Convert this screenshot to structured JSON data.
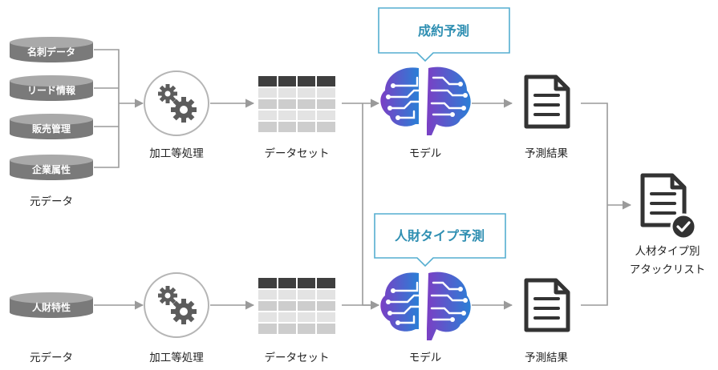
{
  "colors": {
    "db_body": "#7a7a7a",
    "db_top": "#a9a9a9",
    "connector": "#9a9a9a",
    "callout_border": "#55aed0",
    "callout_text": "#2f8fb2",
    "gear": "#5c5c5c",
    "table_header": "#3f3f3f",
    "table_cell_a": "#e3e3e3",
    "table_cell_b": "#cdcdcd",
    "document": "#333333",
    "brain_left": "#7b3fc4",
    "brain_right": "#2a7fd6",
    "check_badge": "#333333"
  },
  "pipeline_top": {
    "sources": [
      "名刺データ",
      "リード情報",
      "販売管理",
      "企業属性"
    ],
    "source_caption": "元データ",
    "process_label": "加工等処理",
    "dataset_label": "データセット",
    "model_label": "モデル",
    "model_callout": "成約予測",
    "result_label": "予測結果"
  },
  "pipeline_bottom": {
    "sources": [
      "人財特性"
    ],
    "source_caption": "元データ",
    "process_label": "加工等処理",
    "dataset_label": "データセット",
    "model_label": "モデル",
    "model_callout": "人財タイプ予測",
    "result_label": "予測結果"
  },
  "final_output": {
    "label_line1": "人材タイプ別",
    "label_line2": "アタックリスト"
  },
  "icons": {
    "process": "gears-icon",
    "dataset": "table-icon",
    "model": "ai-brain-icon",
    "result": "document-icon",
    "final": "document-check-icon"
  }
}
